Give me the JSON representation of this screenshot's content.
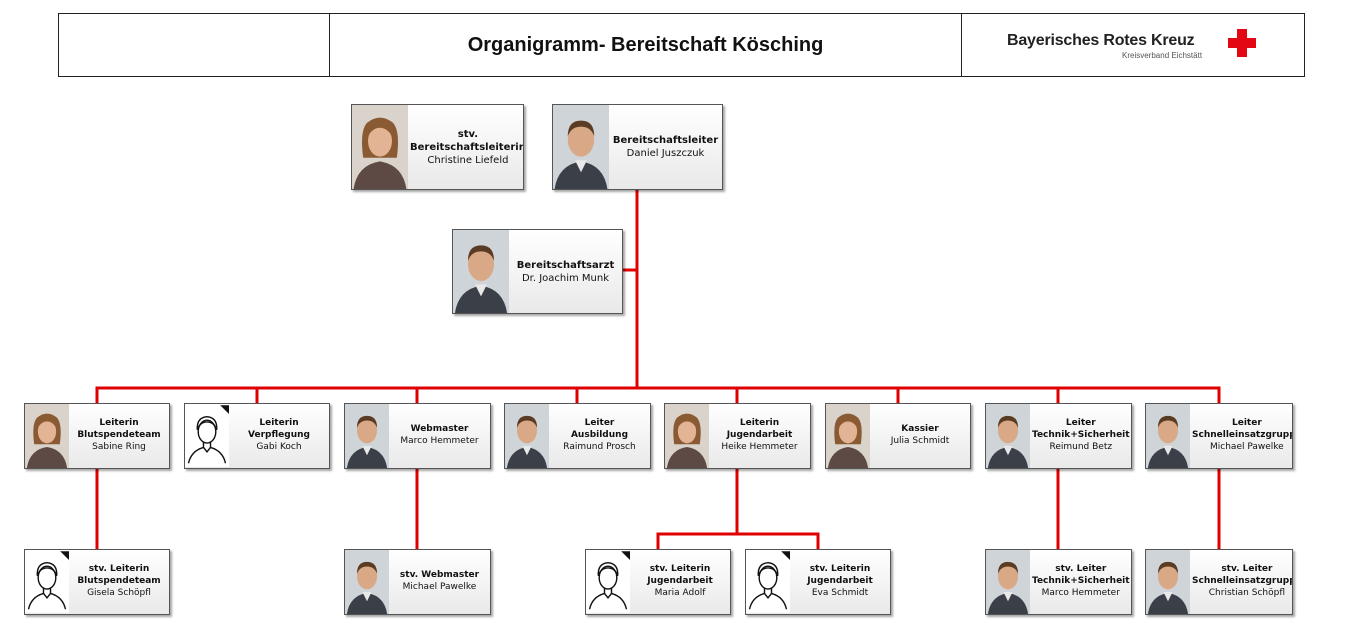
{
  "header": {
    "title": "Organigramm- Bereitschaft Kösching",
    "logo_name": "Bayerisches Rotes Kreuz",
    "logo_sub": "Kreisverband Eichstätt"
  },
  "colors": {
    "line": "#e00000",
    "cross": "#e30613"
  },
  "cards": {
    "stv_leiterin": {
      "role": "stv.\nBereitschaftsleiterin",
      "name": "Christine Liefeld",
      "photo": "female-photo"
    },
    "leiter": {
      "role": "Bereitschaftsleiter",
      "name": "Daniel Juszczuk",
      "photo": "male-photo"
    },
    "arzt": {
      "role": "Bereitschaftsarzt",
      "name": "Dr. Joachim Munk",
      "photo": "male-photo"
    },
    "blut": {
      "role": "Leiterin\nBlutspendeteam",
      "name": "Sabine Ring",
      "photo": "female-photo"
    },
    "verpflegung": {
      "role": "Leiterin\nVerpflegung",
      "name": "Gabi Koch",
      "photo": "placeholder-avatar-icon"
    },
    "webmaster": {
      "role": "Webmaster",
      "name": "Marco Hemmeter",
      "photo": "male-photo"
    },
    "ausbildung": {
      "role": "Leiter\nAusbildung",
      "name": "Raimund Prosch",
      "photo": "male-photo"
    },
    "jugend": {
      "role": "Leiterin\nJugendarbeit",
      "name": "Heike Hemmeter",
      "photo": "female-photo"
    },
    "kassier": {
      "role": "Kassier",
      "name": "Julia Schmidt",
      "photo": "female-photo"
    },
    "technik": {
      "role": "Leiter\nTechnik+Sicherheit",
      "name": "Reimund Betz",
      "photo": "male-photo"
    },
    "seg": {
      "role": "Leiter\nSchnelleinsatzgruppe",
      "name": "Michael Pawelke",
      "photo": "male-photo"
    },
    "stv_blut": {
      "role": "stv. Leiterin\nBlutspendeteam",
      "name": "Gisela Schöpfl",
      "photo": "placeholder-avatar-icon"
    },
    "stv_web": {
      "role": "stv. Webmaster",
      "name": "Michael Pawelke",
      "photo": "male-photo"
    },
    "stv_jugend1": {
      "role": "stv. Leiterin\nJugendarbeit",
      "name": "Maria Adolf",
      "photo": "placeholder-avatar-icon"
    },
    "stv_jugend2": {
      "role": "stv. Leiterin\nJugendarbeit",
      "name": "Eva Schmidt",
      "photo": "placeholder-avatar-icon"
    },
    "stv_technik": {
      "role": "stv. Leiter\nTechnik+Sicherheit",
      "name": "Marco Hemmeter",
      "photo": "male-photo"
    },
    "stv_seg": {
      "role": "stv. Leiter\nSchnelleinsatzgruppe",
      "name": "Christian Schöpfl",
      "photo": "male-photo"
    }
  }
}
